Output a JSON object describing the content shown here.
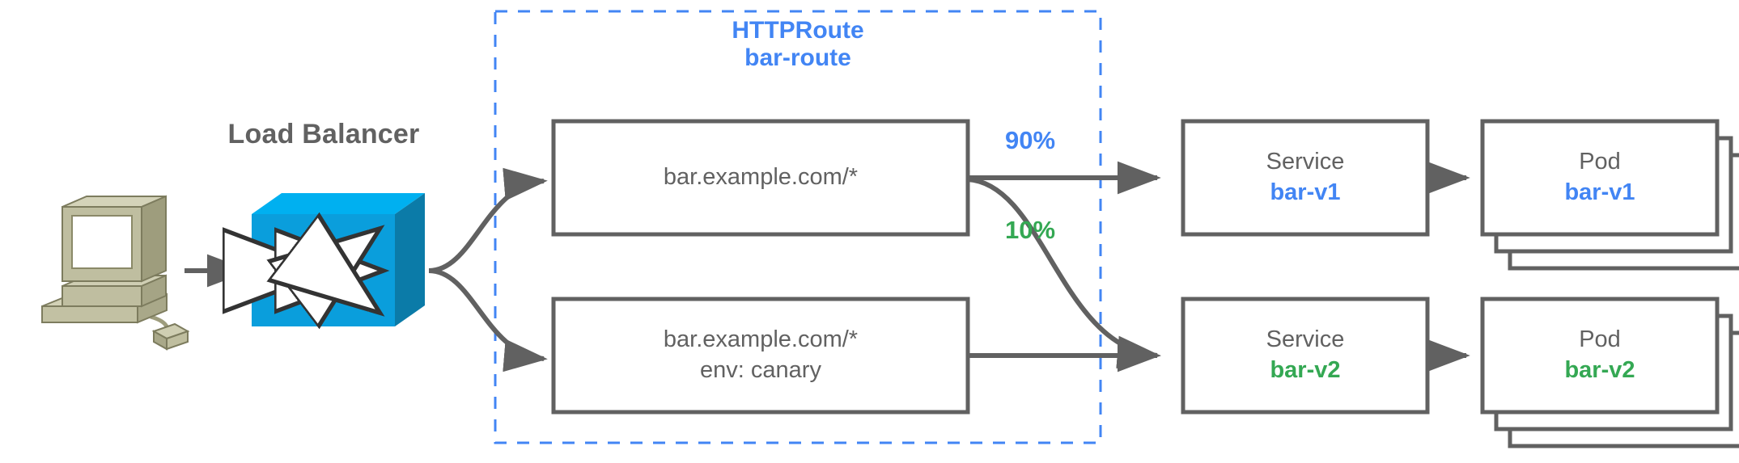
{
  "diagram": {
    "title_hidden": "",
    "colors": {
      "blue": "#4285f4",
      "green": "#34a853",
      "gray_text": "#616161",
      "stroke": "#616161",
      "lb_blue": "#0a9edc",
      "lb_blue_top": "#00b0f0",
      "lb_blue_side": "#0b7ba8",
      "monitor_beige": "#b5b494"
    }
  },
  "client": {
    "icon_name": "computer-workstation-icon"
  },
  "load_balancer": {
    "label": "Load Balancer",
    "icon_name": "load-balancer-icon"
  },
  "httproute": {
    "kind_label": "HTTPRoute",
    "name_label": "bar-route",
    "rules": [
      {
        "id": "rule-primary",
        "lines": [
          "bar.example.com/*"
        ],
        "weight_label": "90%",
        "weight_color": "#4285f4"
      },
      {
        "id": "rule-canary",
        "lines": [
          "bar.example.com/*",
          "env: canary"
        ],
        "weight_label": "10%",
        "weight_color": "#34a853"
      }
    ]
  },
  "services": [
    {
      "id": "svc-v1",
      "kind": "Service",
      "name": "bar-v1",
      "color": "#4285f4"
    },
    {
      "id": "svc-v2",
      "kind": "Service",
      "name": "bar-v2",
      "color": "#34a853"
    }
  ],
  "pods": [
    {
      "id": "pod-v1",
      "kind": "Pod",
      "name": "bar-v1",
      "color": "#4285f4",
      "replicas": 3
    },
    {
      "id": "pod-v2",
      "kind": "Pod",
      "name": "bar-v2",
      "color": "#34a853",
      "replicas": 3
    }
  ]
}
